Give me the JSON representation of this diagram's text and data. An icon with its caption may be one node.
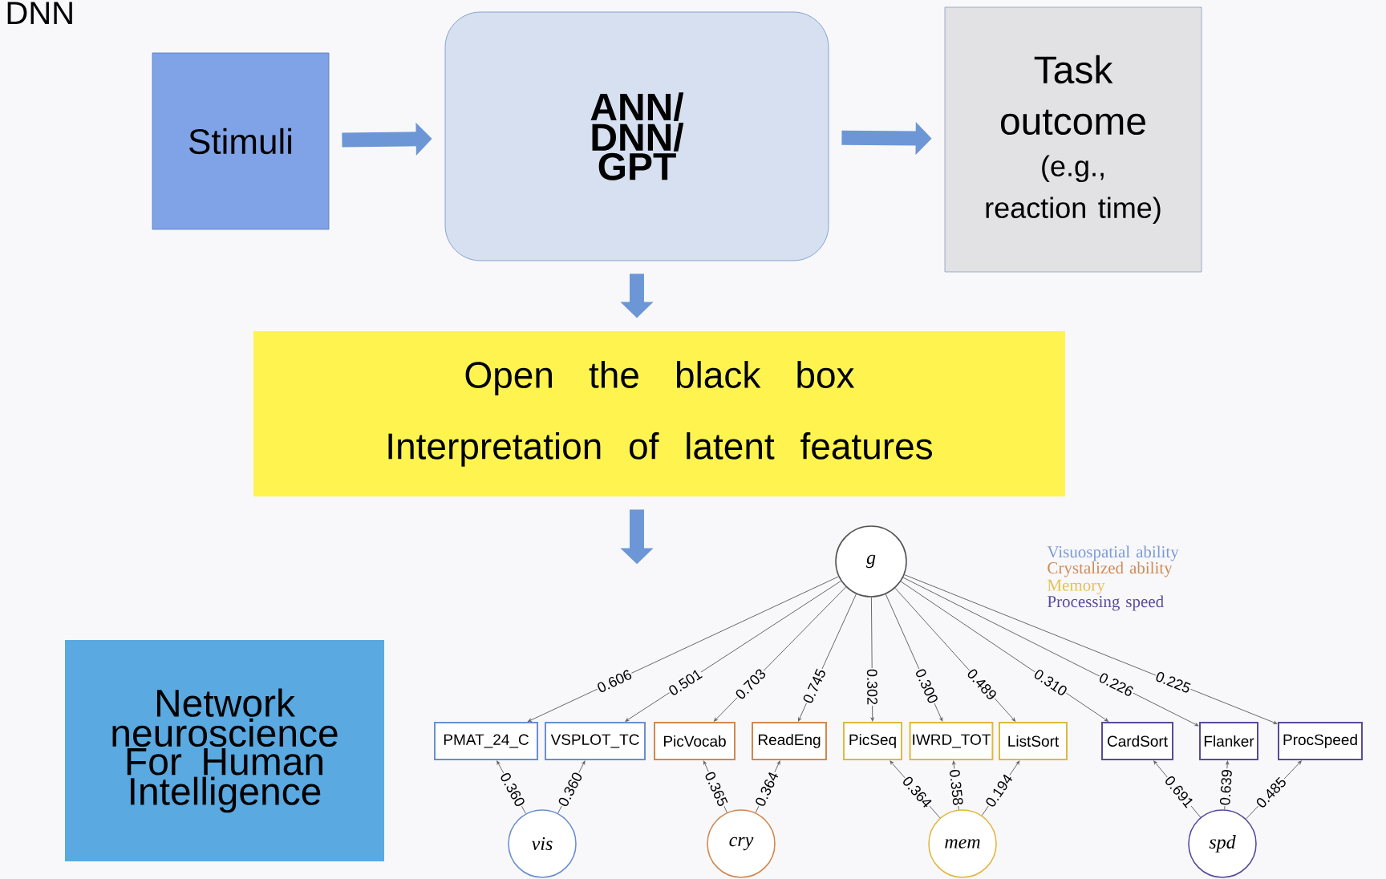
{
  "diagram": {
    "title": "DNN",
    "nodes": [
      {
        "text": [
          "Stimuli"
        ]
      },
      {
        "text": [
          "ANN/ DNN/ GPT"
        ]
      },
      {
        "text": [
          "Task outcome",
          "(e.g., reaction time)"
        ]
      },
      {
        "text": [
          "Open the black box",
          "Interpretation of latent features"
        ]
      },
      {
        "text": [
          "Network neuroscience For Human Intelligence"
        ]
      },
      {
        "text": [
          "g"
        ]
      },
      {
        "text": [
          "PMAT_24_C"
        ]
      },
      {
        "text": [
          "VSPLOT_TC"
        ]
      },
      {
        "text": [
          "PicVocab"
        ]
      },
      {
        "text": [
          "ReadEng"
        ]
      },
      {
        "text": [
          "PicSeq"
        ]
      },
      {
        "text": [
          "IWRD_TOT"
        ]
      },
      {
        "text": [
          "ListSort"
        ]
      },
      {
        "text": [
          "CardSort"
        ]
      },
      {
        "text": [
          "Flanker"
        ]
      },
      {
        "text": [
          "ProcSpeed"
        ]
      },
      {
        "text": [
          "vis"
        ]
      },
      {
        "text": [
          "cry"
        ]
      },
      {
        "text": [
          "mem"
        ]
      },
      {
        "text": [
          "spd"
        ]
      }
    ],
    "edges": [
      {
        "from": 0,
        "to": 1,
        "arrow": "to",
        "style": "thick",
        "color": "#6d96d6"
      },
      {
        "from": 1,
        "to": 2,
        "arrow": "to",
        "style": "thick",
        "color": "#6d96d6"
      },
      {
        "from": 1,
        "to": 3,
        "arrow": "to",
        "style": "thick",
        "color": "#6d96d6"
      },
      {
        "from": 3,
        "to": null,
        "arrow": "to",
        "style": "thick",
        "color": "#6d96d6"
      },
      {
        "from": 5,
        "to": 6,
        "arrow": "to",
        "label": "0.606"
      },
      {
        "from": 5,
        "to": 7,
        "arrow": "to",
        "label": "0.501"
      },
      {
        "from": 5,
        "to": 8,
        "arrow": "to",
        "label": "0.703"
      },
      {
        "from": 5,
        "to": 9,
        "arrow": "to",
        "label": "0.745"
      },
      {
        "from": 5,
        "to": 10,
        "arrow": "to",
        "label": "0.302"
      },
      {
        "from": 5,
        "to": 11,
        "arrow": "to",
        "label": "0.300"
      },
      {
        "from": 5,
        "to": 12,
        "arrow": "to",
        "label": "0.489"
      },
      {
        "from": 5,
        "to": 13,
        "arrow": "to",
        "label": "0.310"
      },
      {
        "from": 5,
        "to": 14,
        "arrow": "to",
        "label": "0.226"
      },
      {
        "from": 5,
        "to": 15,
        "arrow": "to",
        "label": "0.225"
      },
      {
        "from": 16,
        "to": 6,
        "arrow": "to",
        "label": "0.360"
      },
      {
        "from": 16,
        "to": 7,
        "arrow": "to",
        "label": "0.360"
      },
      {
        "from": 17,
        "to": 8,
        "arrow": "to",
        "label": "0.365"
      },
      {
        "from": 17,
        "to": 9,
        "arrow": "to",
        "label": "0.364"
      },
      {
        "from": 18,
        "to": 10,
        "arrow": "to",
        "label": "0.364"
      },
      {
        "from": 18,
        "to": 11,
        "arrow": "to",
        "label": "0.358"
      },
      {
        "from": 18,
        "to": 12,
        "arrow": "to",
        "label": "0.194"
      },
      {
        "from": 19,
        "to": 13,
        "arrow": "to",
        "label": "0.691"
      },
      {
        "from": 19,
        "to": 14,
        "arrow": "to",
        "label": "0.639"
      },
      {
        "from": 19,
        "to": 15,
        "arrow": "to",
        "label": "0.485"
      }
    ],
    "legend": [
      {
        "text": "Visuospatial ability",
        "color": "#7a9ad6"
      },
      {
        "text": "Crystalized ability",
        "color": "#d08a55"
      },
      {
        "text": "Memory",
        "color": "#e6c050"
      },
      {
        "text": "Processing speed",
        "color": "#5a4c9c"
      }
    ]
  }
}
